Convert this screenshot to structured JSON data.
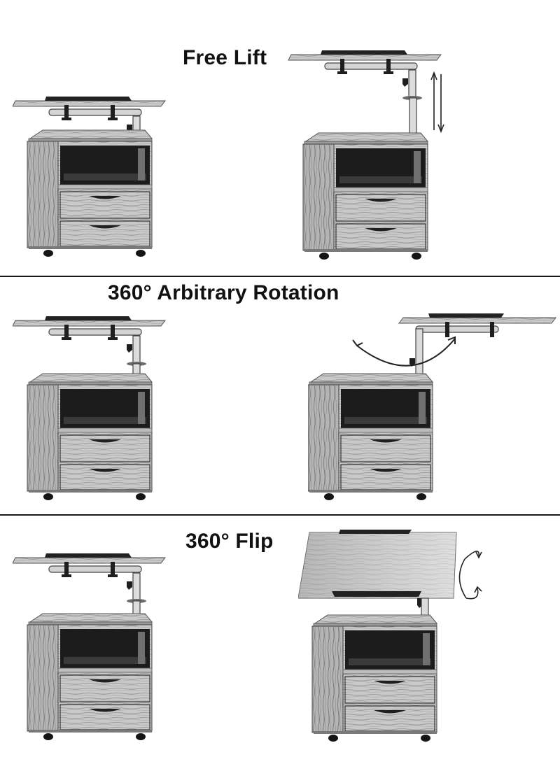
{
  "sections": [
    {
      "caption": "Free Lift"
    },
    {
      "caption": "360° Arbitrary Rotation"
    },
    {
      "caption": "360° Flip"
    }
  ],
  "colors": {
    "background": "#ffffff",
    "ink": "#111111",
    "wood_light": "#c8c8c8",
    "wood_dark": "#6e6e6e",
    "cavity": "#1c1c1c"
  }
}
